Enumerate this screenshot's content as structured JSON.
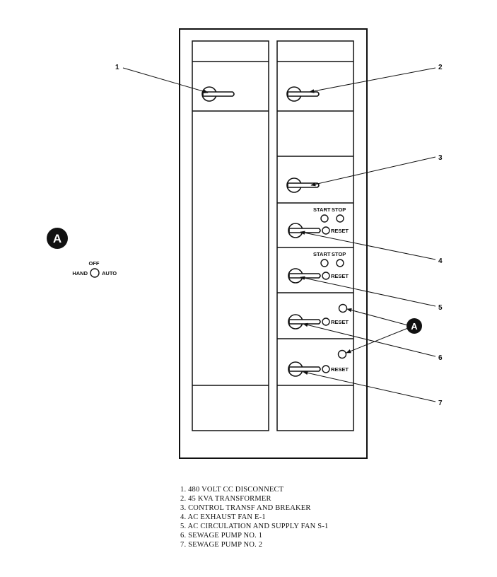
{
  "callout_marker": "A",
  "selector": {
    "off": "OFF",
    "hand": "HAND",
    "auto": "AUTO"
  },
  "controls": {
    "start": "START",
    "stop": "STOP",
    "reset": "RESET"
  },
  "callouts": [
    "1",
    "2",
    "3",
    "4",
    "5",
    "6",
    "7"
  ],
  "legend": [
    "1. 480 VOLT CC DISCONNECT",
    "2. 45 KVA TRANSFORMER",
    "3. CONTROL TRANSF AND BREAKER",
    "4. AC EXHAUST FAN E-1",
    "5. AC CIRCULATION AND SUPPLY FAN S-1",
    "6. SEWAGE PUMP NO. 1",
    "7. SEWAGE PUMP NO. 2"
  ]
}
